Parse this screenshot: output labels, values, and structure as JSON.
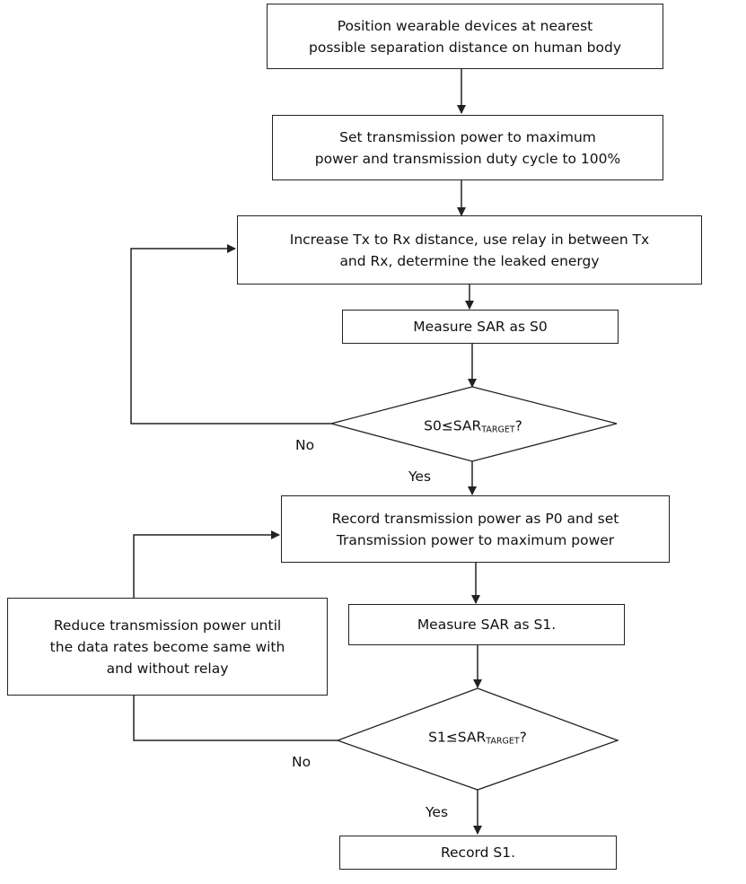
{
  "nodes": {
    "position_devices": [
      "Position wearable devices at nearest",
      "possible separation distance on human body"
    ],
    "set_power": [
      "Set transmission power to maximum",
      "power and transmission duty cycle to 100%"
    ],
    "increase_distance": [
      "Increase Tx to Rx distance, use relay in between Tx",
      "and Rx, determine the leaked energy"
    ],
    "measure_s0": "Measure SAR as S0",
    "decision_s0": {
      "lhs": "S0≤SAR",
      "sub": "TARGET",
      "q": "?"
    },
    "record_p0": [
      "Record transmission power as P0 and set",
      "Transmission power to maximum power"
    ],
    "measure_s1": "Measure SAR as S1.",
    "reduce_power": [
      "Reduce transmission power until",
      "the data rates become same with",
      "and without relay"
    ],
    "decision_s1": {
      "lhs": "S1≤SAR",
      "sub": "TARGET",
      "q": "?"
    },
    "record_s1": "Record S1."
  },
  "labels": {
    "no_1": "No",
    "yes_1": "Yes",
    "no_2": "No",
    "yes_2": "Yes"
  },
  "colors": {
    "stroke": "#222222",
    "text": "#111111",
    "background": "#ffffff"
  }
}
